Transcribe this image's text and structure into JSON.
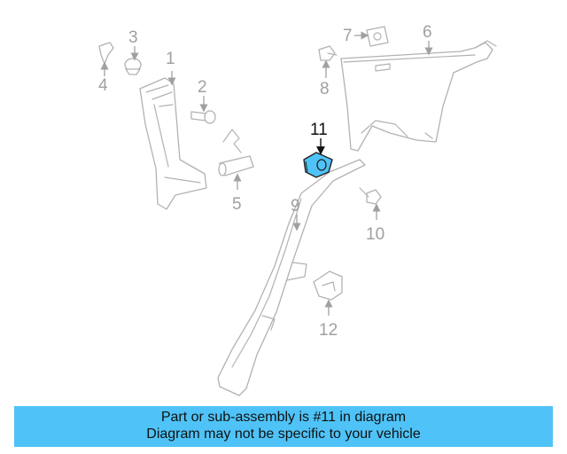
{
  "diagram": {
    "callouts": [
      "1",
      "2",
      "3",
      "4",
      "5",
      "6",
      "7",
      "8",
      "9",
      "10",
      "11",
      "12"
    ],
    "highlighted_part": "11",
    "highlight_color": "#4fc3f7"
  },
  "banner": {
    "line1": "Part or sub-assembly is #11 in diagram",
    "line2": "Diagram may not be specific to your vehicle",
    "background": "#4fc3f7"
  }
}
